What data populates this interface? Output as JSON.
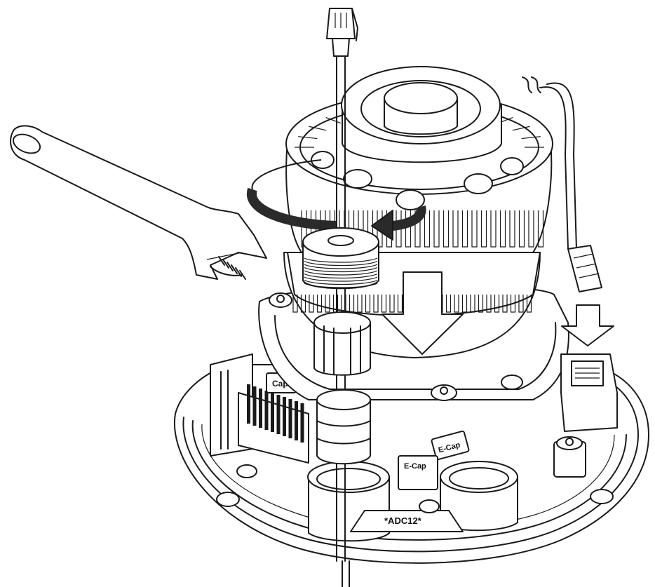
{
  "diagram": {
    "labels": {
      "cap_left": "Cap",
      "cap_right": "E-Cap",
      "cap_bottom": "E-Cap",
      "model": "*ADC12*"
    },
    "colors": {
      "line": "#1a1a1a",
      "background": "#ffffff",
      "rotation_arrow": "#2a2a2a"
    }
  }
}
